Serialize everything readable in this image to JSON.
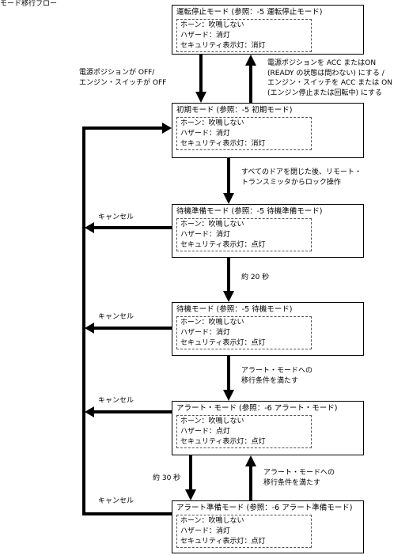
{
  "page_title": "モード移行フロー",
  "modes": [
    {
      "title": "運転停止モード (参照：-5 運転停止モード)",
      "horn": "ホーン：吹鳴しない",
      "hazard": "ハザード：消灯",
      "security": "セキュリティ表示灯：消灯"
    },
    {
      "title": "初期モード (参照：-5 初期モード)",
      "horn": "ホーン：吹鳴しない",
      "hazard": "ハザード：消灯",
      "security": "セキュリティ表示灯：消灯"
    },
    {
      "title": "待機準備モード (参照：-5 待機準備モード)",
      "horn": "ホーン：吹鳴しない",
      "hazard": "ハザード：消灯",
      "security": "セキュリティ表示灯：点灯"
    },
    {
      "title": "待機モード (参照：-5 待機モード)",
      "horn": "ホーン：吹鳴しない",
      "hazard": "ハザード：消灯",
      "security": "セキュリティ表示灯：点灯"
    },
    {
      "title": "アラート・モード (参照：-6 アラート・モード)",
      "horn": "ホーン：吹鳴しない",
      "hazard": "ハザード：点灯",
      "security": "セキュリティ表示灯：点灯"
    },
    {
      "title": "アラート準備モード (参照：-6 アラート準備モード)",
      "horn": "ホーン：吹鳴しない",
      "hazard": "ハザード：消灯",
      "security": "セキュリティ表示灯：点灯"
    }
  ],
  "transitions": {
    "power_off": [
      "電源ポジションが OFF/",
      "エンジン・スイッチが OFF"
    ],
    "power_on": [
      "電源ポジションを ACC またはON",
      "(READY の状態は問わない) にする /",
      "エンジン・スイッチを ACC または ON",
      "(エンジン停止または回転中) にする"
    ],
    "lock": [
      "すべてのドアを閉じた後、リモート・",
      "トランスミッタからロック操作"
    ],
    "wait_20": "約 20 秒",
    "alert_cond_down": [
      "アラート・モードへの",
      "移行条件を満たす"
    ],
    "wait_30": "約 30 秒",
    "alert_cond_up": [
      "アラート・モードへの",
      "移行条件を満たす"
    ]
  },
  "cancel_labels": [
    "キャンセル",
    "キャンセル",
    "キャンセル",
    "キャンセル"
  ]
}
